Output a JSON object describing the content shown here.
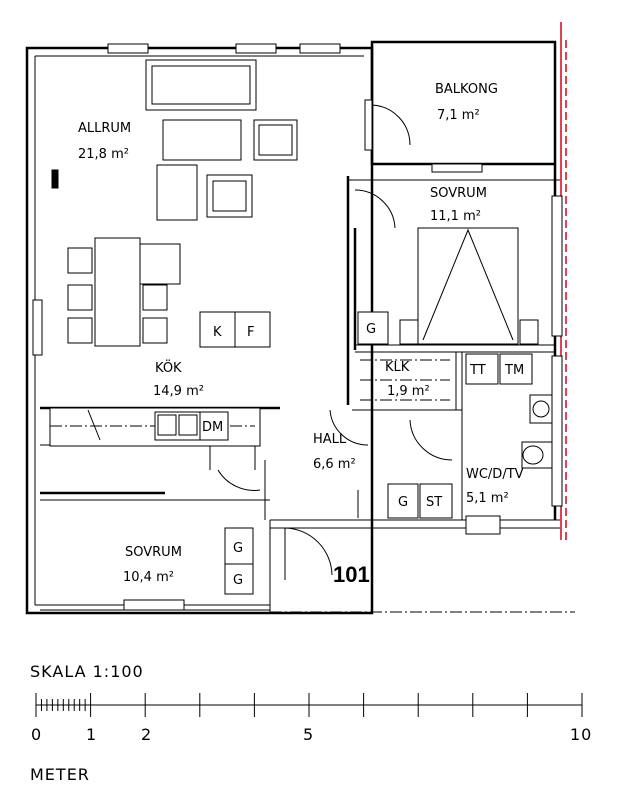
{
  "rooms": {
    "allrum": {
      "name": "ALLRUM",
      "area": "21,8 m²"
    },
    "balkong": {
      "name": "BALKONG",
      "area": "7,1 m²"
    },
    "sovrum_1": {
      "name": "SOVRUM",
      "area": "11,1 m²"
    },
    "kok": {
      "name": "KÖK",
      "area": "14,9 m²"
    },
    "klk": {
      "name": "KLK",
      "area": "1,9 m²"
    },
    "hall": {
      "name": "HALL",
      "area": "6,6 m²"
    },
    "wc": {
      "name": "WC/D/TV",
      "area": "5,1 m²"
    },
    "sovrum_2": {
      "name": "SOVRUM",
      "area": "10,4 m²"
    }
  },
  "fixtures": {
    "k": "K",
    "f": "F",
    "dm": "DM",
    "g_bedroom1": "G",
    "tt": "TT",
    "tm": "TM",
    "g_hall": "G",
    "st": "ST",
    "g_bedroom2_a": "G",
    "g_bedroom2_b": "G"
  },
  "apartment_number": "101",
  "scale_bar": {
    "title": "SKALA  1:100",
    "unit": "METER",
    "ticks": [
      "0",
      "1",
      "2",
      "5",
      "10"
    ]
  }
}
